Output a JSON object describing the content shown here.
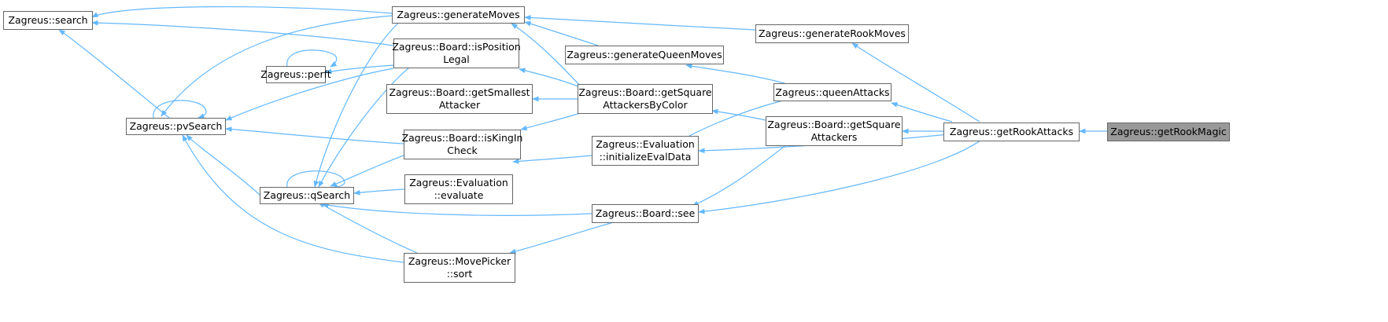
{
  "graph": {
    "edge_color": "#63b8ff",
    "node_border_color": "#666666",
    "focus_node_fill": "#999999",
    "nodes": {
      "search": [
        "Zagreus::search"
      ],
      "pvSearch": [
        "Zagreus::pvSearch"
      ],
      "perft": [
        "Zagreus::perft"
      ],
      "qSearch": [
        "Zagreus::qSearch"
      ],
      "generateMoves": [
        "Zagreus::generateMoves"
      ],
      "isPositionLegal": [
        "Zagreus::Board::isPosition",
        "Legal"
      ],
      "getSmallestAttacker": [
        "Zagreus::Board::getSmallest",
        "Attacker"
      ],
      "isKingInCheck": [
        "Zagreus::Board::isKingIn",
        "Check"
      ],
      "evaluate": [
        "Zagreus::Evaluation",
        "::evaluate"
      ],
      "sort": [
        "Zagreus::MovePicker",
        "::sort"
      ],
      "generateQueenMoves": [
        "Zagreus::generateQueenMoves"
      ],
      "getSquareAttackersByColor": [
        "Zagreus::Board::getSquare",
        "AttackersByColor"
      ],
      "initializeEvalData": [
        "Zagreus::Evaluation",
        "::initializeEvalData"
      ],
      "see": [
        "Zagreus::Board::see"
      ],
      "generateRookMoves": [
        "Zagreus::generateRookMoves"
      ],
      "queenAttacks": [
        "Zagreus::queenAttacks"
      ],
      "getSquareAttackers": [
        "Zagreus::Board::getSquare",
        "Attackers"
      ],
      "getRookAttacks": [
        "Zagreus::getRookAttacks"
      ],
      "getRookMagic": [
        "Zagreus::getRookMagic"
      ]
    }
  }
}
